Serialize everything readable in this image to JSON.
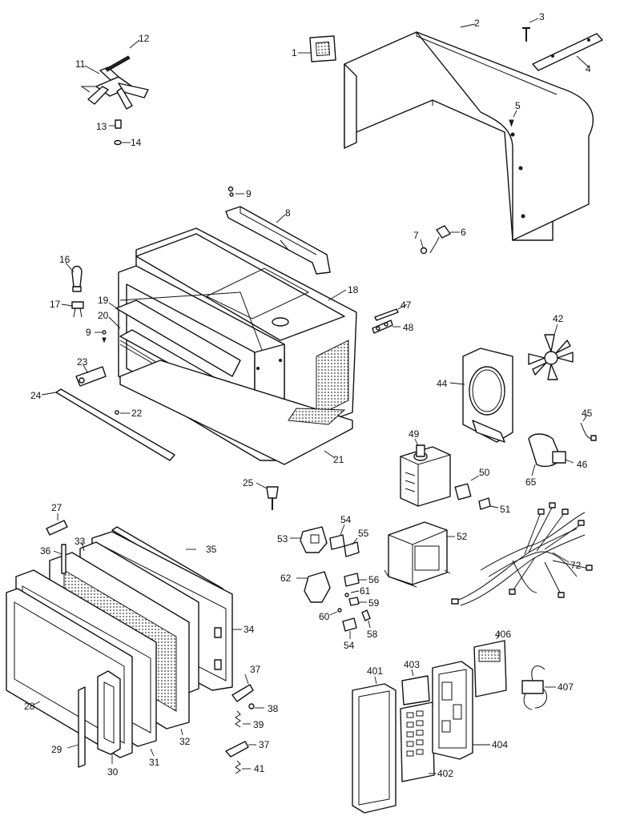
{
  "labels": {
    "p1": "1",
    "p2": "2",
    "p3": "3",
    "p4": "4",
    "p5": "5",
    "p6": "6",
    "p7": "7",
    "p8": "8",
    "p9a": "9",
    "p9b": "9",
    "p11": "11",
    "p12": "12",
    "p13": "13",
    "p14": "14",
    "p16": "16",
    "p17": "17",
    "p18": "18",
    "p19": "19",
    "p20": "20",
    "p21": "21",
    "p22": "22",
    "p23": "23",
    "p24": "24",
    "p25": "25",
    "p27": "27",
    "p28": "28",
    "p29": "29",
    "p30": "30",
    "p31": "31",
    "p32": "32",
    "p33": "33",
    "p34": "34",
    "p35": "35",
    "p36": "36",
    "p37a": "37",
    "p37b": "37",
    "p38": "38",
    "p39": "39",
    "p41": "41",
    "p42": "42",
    "p44": "44",
    "p45": "45",
    "p46": "46",
    "p47": "47",
    "p48": "48",
    "p49": "49",
    "p50": "50",
    "p51": "51",
    "p52": "52",
    "p53": "53",
    "p54a": "54",
    "p54b": "54",
    "p55": "55",
    "p56": "56",
    "p58": "58",
    "p59": "59",
    "p60": "60",
    "p61": "61",
    "p62": "62",
    "p65": "65",
    "p72": "72",
    "p401": "401",
    "p402": "402",
    "p403": "403",
    "p404": "404",
    "p406": "406",
    "p407": "407"
  }
}
